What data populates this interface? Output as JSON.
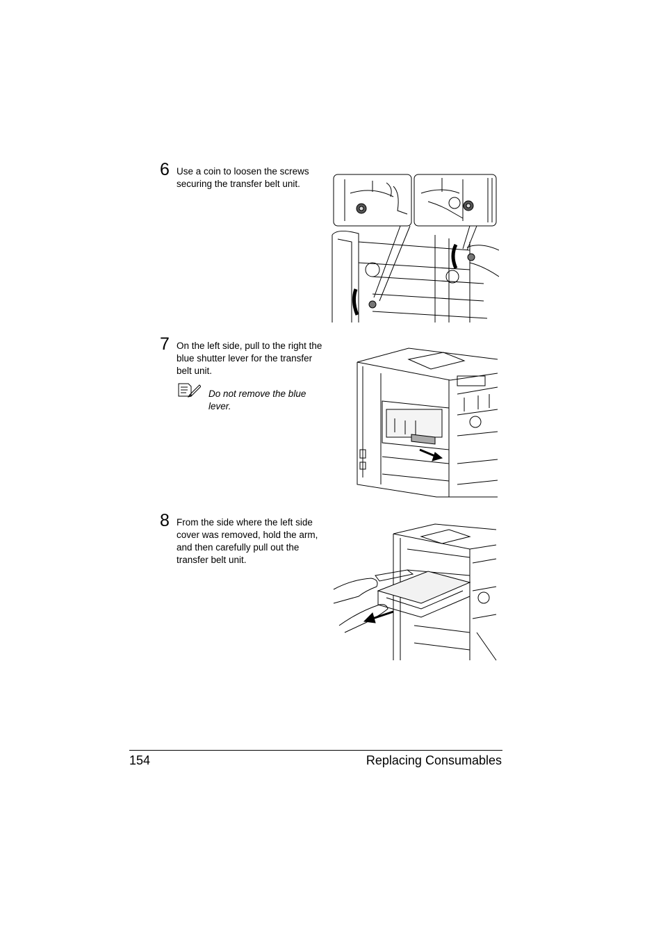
{
  "steps": [
    {
      "number": "6",
      "text": "Use a coin to loosen the screws securing the transfer belt unit."
    },
    {
      "number": "7",
      "text": "On the left side, pull to the right the blue shutter lever for the transfer belt unit.",
      "note": {
        "icon": "note-pencil-icon",
        "text": "Do not remove the blue lever."
      }
    },
    {
      "number": "8",
      "text": "From the side where the left side cover was removed, hold the arm, and then carefully pull out the transfer belt unit."
    }
  ],
  "footer": {
    "page_number": "154",
    "section_title": "Replacing Consumables"
  }
}
